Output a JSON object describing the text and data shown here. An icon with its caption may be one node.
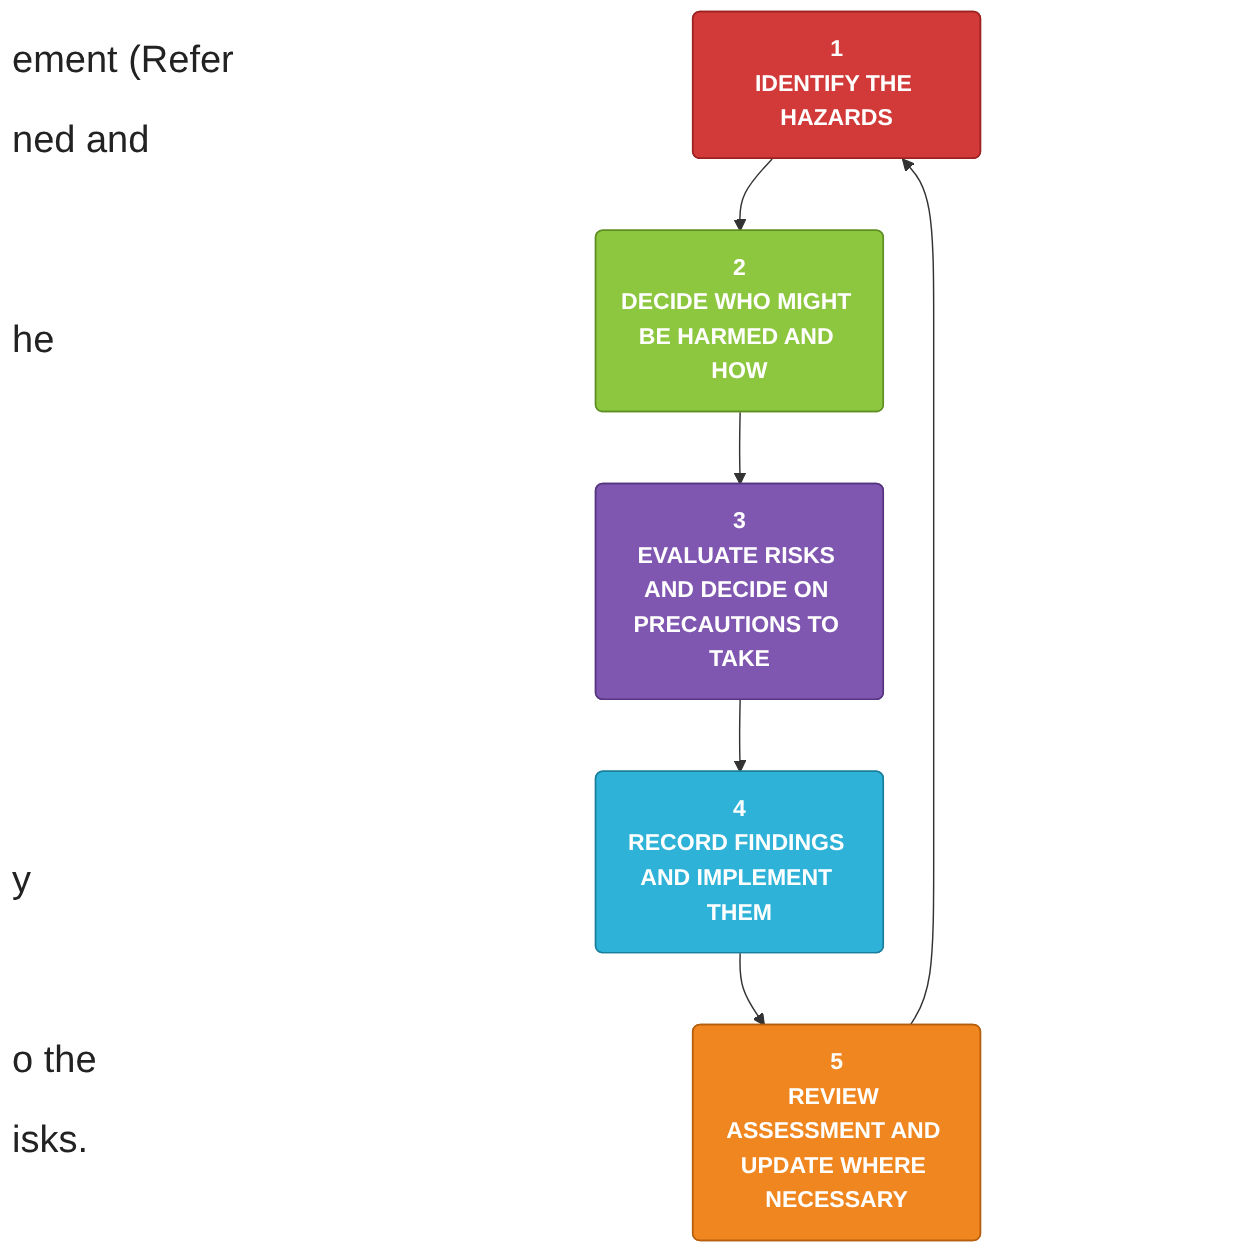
{
  "diagram": {
    "nodes": [
      {
        "text": [
          "1",
          "IDENTIFY THE HAZARDS"
        ]
      },
      {
        "text": [
          "2",
          "DECIDE WHO MIGHT BE HARMED AND HOW"
        ]
      },
      {
        "text": [
          "3",
          "EVALUATE RISKS AND DECIDE ON PRECAUTIONS TO TAKE"
        ]
      },
      {
        "text": [
          "4",
          "RECORD FINDINGS AND IMPLEMENT THEM"
        ]
      },
      {
        "text": [
          "5",
          "REVIEW ASSESSMENT AND UPDATE WHERE NECESSARY"
        ]
      }
    ],
    "edges": [
      {
        "from": 0,
        "to": 1,
        "arrow": "to"
      },
      {
        "from": 1,
        "to": 2,
        "arrow": "to"
      },
      {
        "from": 2,
        "to": 3,
        "arrow": "to"
      },
      {
        "from": 3,
        "to": 4,
        "arrow": "to"
      },
      {
        "from": 4,
        "to": 0,
        "arrow": "to"
      }
    ],
    "labels": [
      "ement (Refer",
      "ned and",
      "he",
      "y",
      "o the",
      "isks."
    ]
  }
}
